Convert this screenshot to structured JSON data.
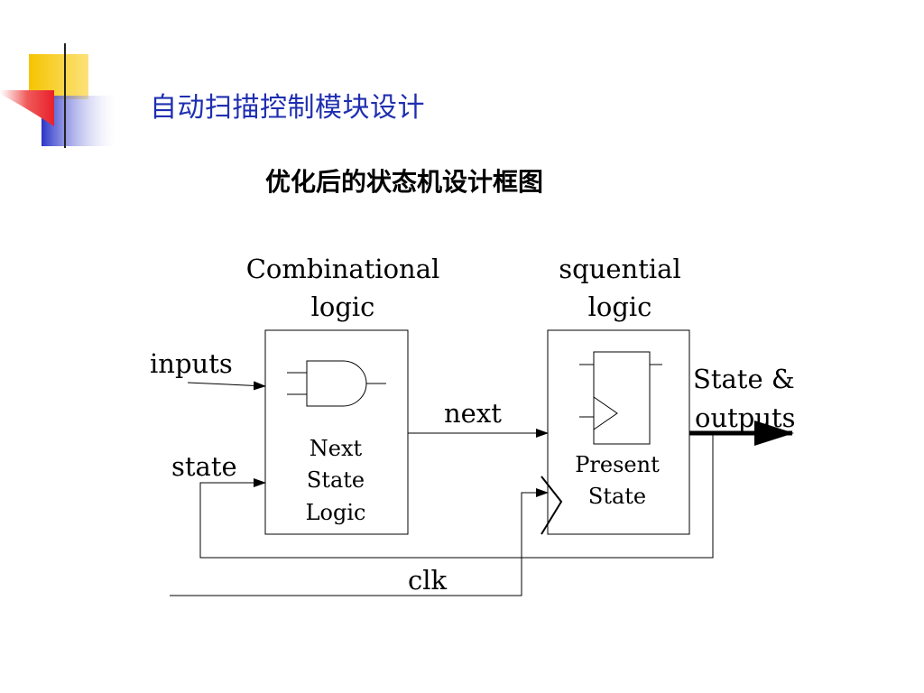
{
  "slide": {
    "title": "自动扫描控制模块设计",
    "subtitle": "优化后的状态机设计框图"
  },
  "diagram": {
    "combinational_label_1": "Combinational",
    "combinational_label_2": "logic",
    "sequential_label_1": "squential",
    "sequential_label_2": "logic",
    "inputs_label": "inputs",
    "state_label": "state",
    "next_label": "next",
    "clk_label": "clk",
    "outputs_label_1": "State &",
    "outputs_label_2": "outputs",
    "next_state_block": [
      "Next",
      "State",
      "Logic"
    ],
    "present_state_block": [
      "Present",
      "State"
    ]
  },
  "colors": {
    "title": "#1f2fb0",
    "deco_yellow": "#f5c400",
    "deco_red": "#e8202a",
    "deco_blue": "#2a34c8"
  }
}
